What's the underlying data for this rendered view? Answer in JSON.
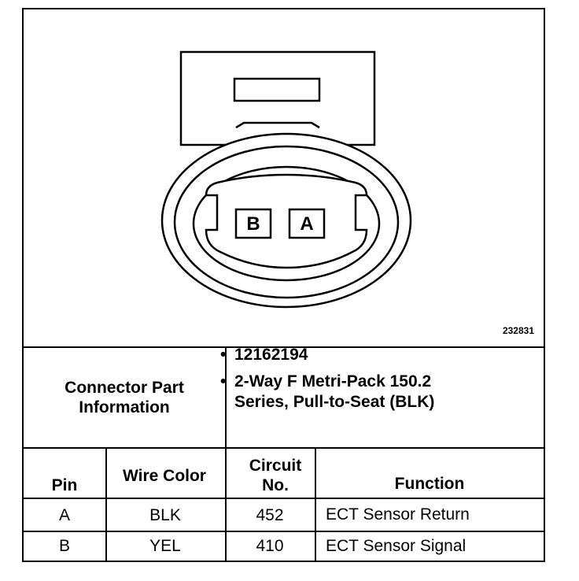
{
  "figure_id": "232831",
  "connector": {
    "pin_labels": [
      "B",
      "A"
    ]
  },
  "part_info": {
    "heading": "Connector Part Information",
    "items": [
      "12162194",
      "2-Way F Metri-Pack 150.2 Series, Pull-to-Seat (BLK)"
    ]
  },
  "table": {
    "headers": {
      "pin": "Pin",
      "wire_color": "Wire Color",
      "circuit": "Circuit No.",
      "function": "Function"
    },
    "rows": [
      {
        "pin": "A",
        "wire_color": "BLK",
        "circuit": "452",
        "function": "ECT Sensor Return"
      },
      {
        "pin": "B",
        "wire_color": "YEL",
        "circuit": "410",
        "function": "ECT Sensor Signal"
      }
    ]
  }
}
